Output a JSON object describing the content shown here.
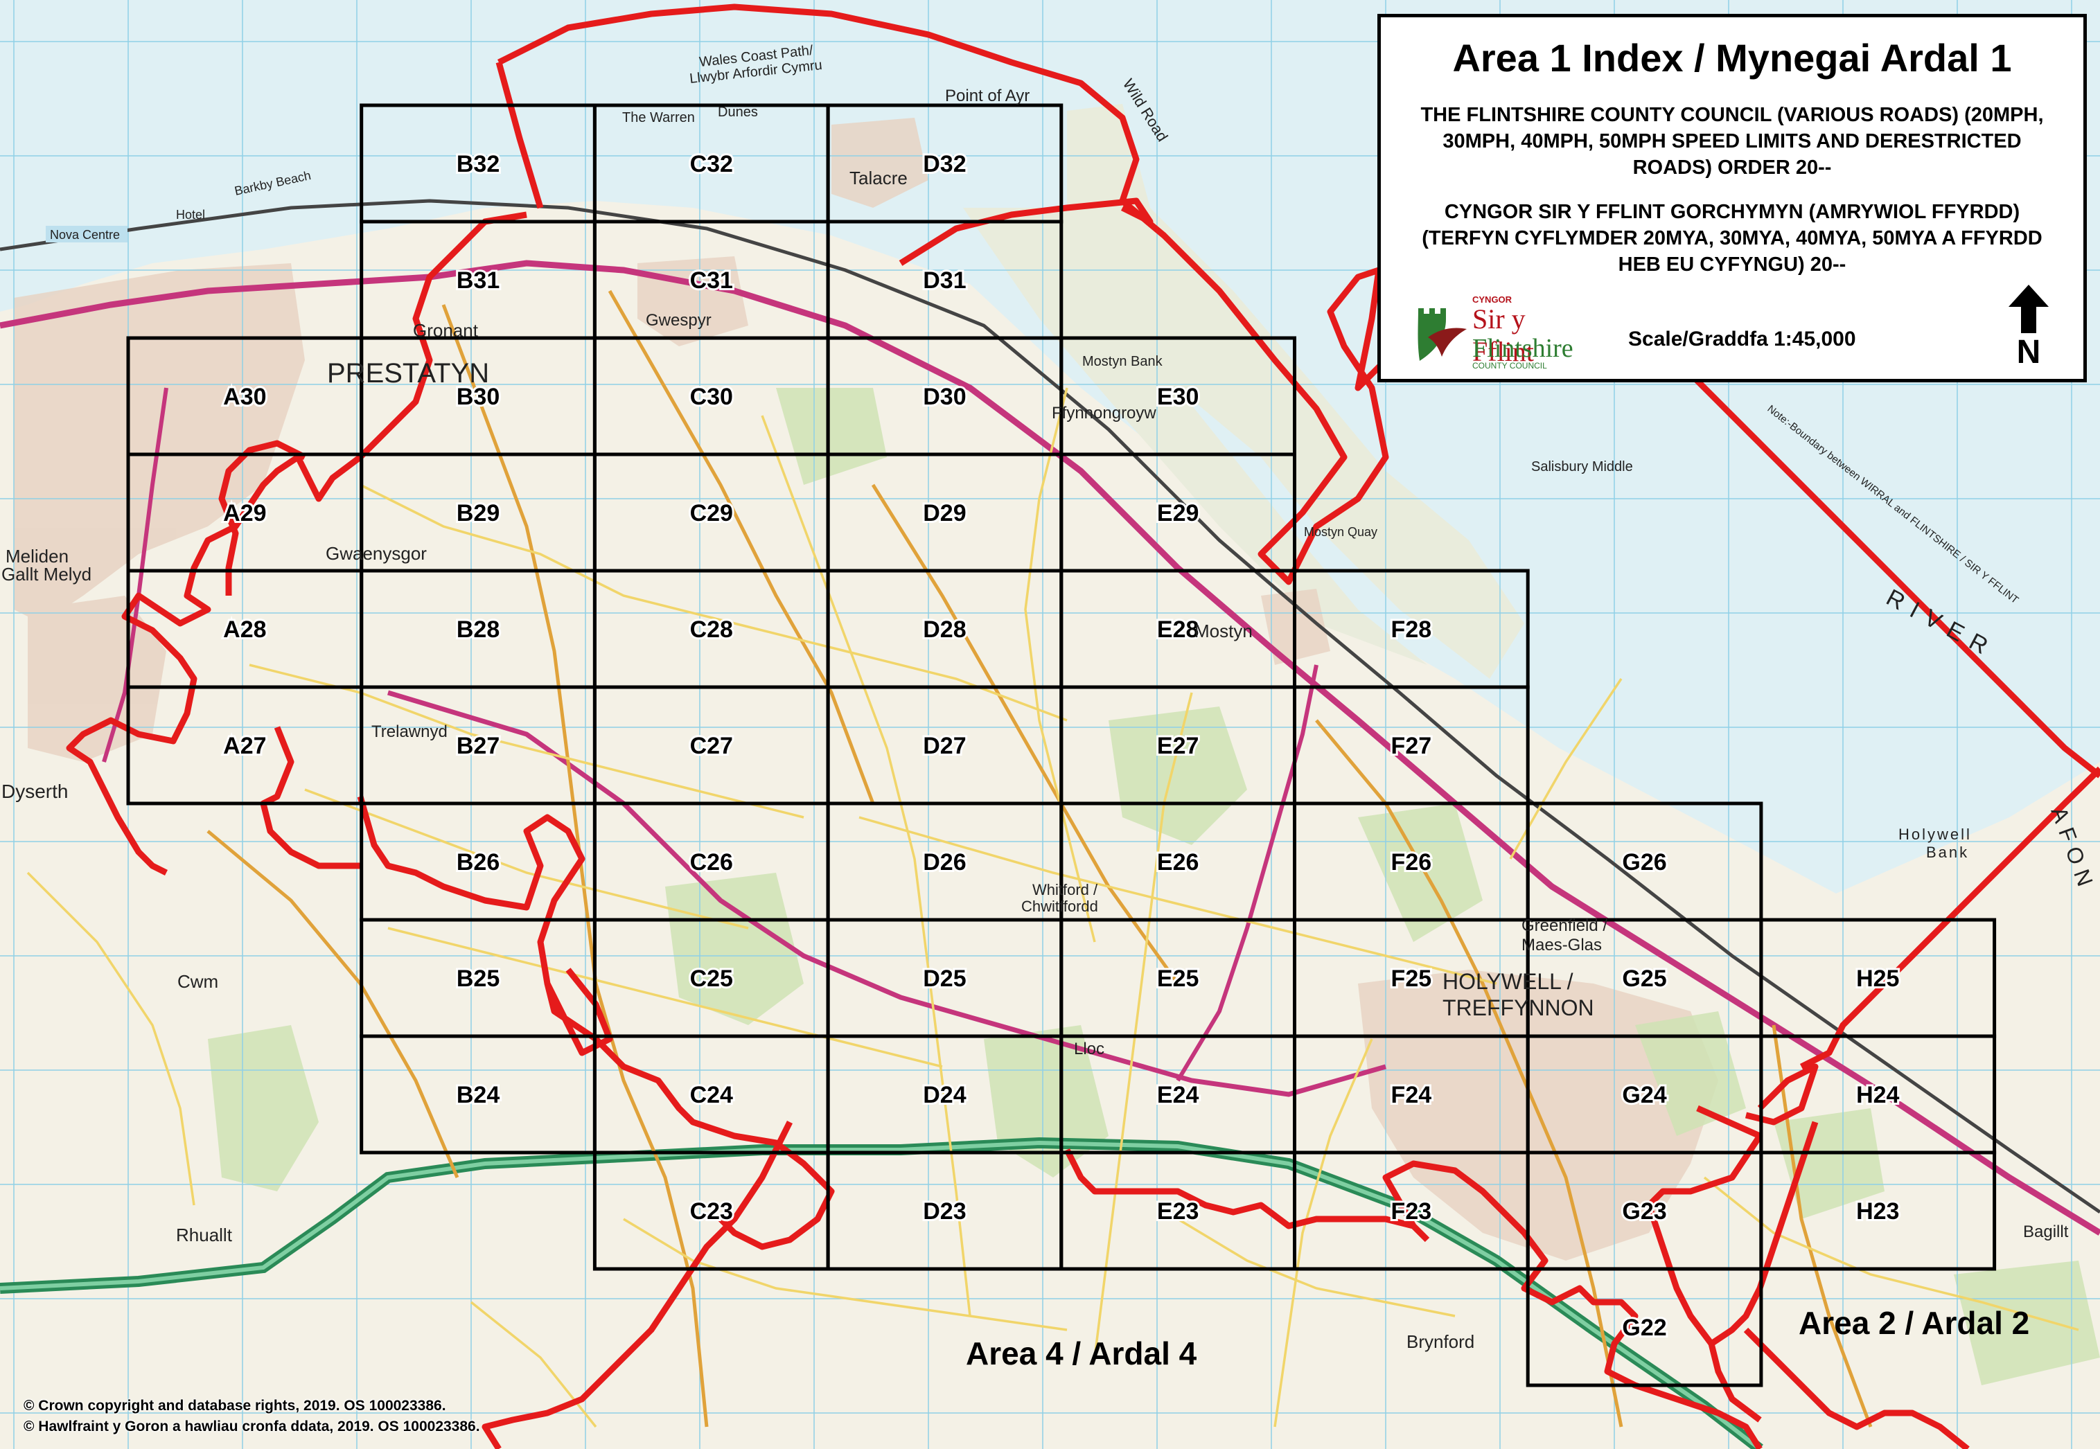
{
  "legend": {
    "title": "Area 1 Index / Mynegai Ardal 1",
    "order_en": "THE FLINTSHIRE COUNTY COUNCIL (VARIOUS ROADS) (20MPH, 30MPH, 40MPH, 50MPH SPEED LIMITS AND DERESTRICTED ROADS) ORDER 20--",
    "order_cy": "CYNGOR SIR Y FFLINT GORCHYMYN (AMRYWIOL FFYRDD) (TERFYN CYFLYMDER 20MYA, 30MYA, 40MYA, 50MYA A FFYRDD HEB EU CYFYNGU) 20--",
    "scale": "Scale/Graddfa 1:45,000",
    "north": "N",
    "logo": {
      "cy_small": "CYNGOR",
      "cy": "Sir y Fflint",
      "en": "Flintshire",
      "cc": "COUNTY COUNCIL"
    }
  },
  "grid_cells": [
    {
      "id": "B32",
      "col": 1,
      "row": 0
    },
    {
      "id": "C32",
      "col": 2,
      "row": 0
    },
    {
      "id": "D32",
      "col": 3,
      "row": 0
    },
    {
      "id": "B31",
      "col": 1,
      "row": 1
    },
    {
      "id": "C31",
      "col": 2,
      "row": 1
    },
    {
      "id": "D31",
      "col": 3,
      "row": 1
    },
    {
      "id": "A30",
      "col": 0,
      "row": 2
    },
    {
      "id": "B30",
      "col": 1,
      "row": 2
    },
    {
      "id": "C30",
      "col": 2,
      "row": 2
    },
    {
      "id": "D30",
      "col": 3,
      "row": 2
    },
    {
      "id": "E30",
      "col": 4,
      "row": 2
    },
    {
      "id": "A29",
      "col": 0,
      "row": 3
    },
    {
      "id": "B29",
      "col": 1,
      "row": 3
    },
    {
      "id": "C29",
      "col": 2,
      "row": 3
    },
    {
      "id": "D29",
      "col": 3,
      "row": 3
    },
    {
      "id": "E29",
      "col": 4,
      "row": 3
    },
    {
      "id": "A28",
      "col": 0,
      "row": 4
    },
    {
      "id": "B28",
      "col": 1,
      "row": 4
    },
    {
      "id": "C28",
      "col": 2,
      "row": 4
    },
    {
      "id": "D28",
      "col": 3,
      "row": 4
    },
    {
      "id": "E28",
      "col": 4,
      "row": 4
    },
    {
      "id": "F28",
      "col": 5,
      "row": 4
    },
    {
      "id": "A27",
      "col": 0,
      "row": 5
    },
    {
      "id": "B27",
      "col": 1,
      "row": 5
    },
    {
      "id": "C27",
      "col": 2,
      "row": 5
    },
    {
      "id": "D27",
      "col": 3,
      "row": 5
    },
    {
      "id": "E27",
      "col": 4,
      "row": 5
    },
    {
      "id": "F27",
      "col": 5,
      "row": 5
    },
    {
      "id": "B26",
      "col": 1,
      "row": 6
    },
    {
      "id": "C26",
      "col": 2,
      "row": 6
    },
    {
      "id": "D26",
      "col": 3,
      "row": 6
    },
    {
      "id": "E26",
      "col": 4,
      "row": 6
    },
    {
      "id": "F26",
      "col": 5,
      "row": 6
    },
    {
      "id": "G26",
      "col": 6,
      "row": 6
    },
    {
      "id": "B25",
      "col": 1,
      "row": 7
    },
    {
      "id": "C25",
      "col": 2,
      "row": 7
    },
    {
      "id": "D25",
      "col": 3,
      "row": 7
    },
    {
      "id": "E25",
      "col": 4,
      "row": 7
    },
    {
      "id": "F25",
      "col": 5,
      "row": 7
    },
    {
      "id": "G25",
      "col": 6,
      "row": 7
    },
    {
      "id": "H25",
      "col": 7,
      "row": 7
    },
    {
      "id": "B24",
      "col": 1,
      "row": 8
    },
    {
      "id": "C24",
      "col": 2,
      "row": 8
    },
    {
      "id": "D24",
      "col": 3,
      "row": 8
    },
    {
      "id": "E24",
      "col": 4,
      "row": 8
    },
    {
      "id": "F24",
      "col": 5,
      "row": 8
    },
    {
      "id": "G24",
      "col": 6,
      "row": 8
    },
    {
      "id": "H24",
      "col": 7,
      "row": 8
    },
    {
      "id": "C23",
      "col": 2,
      "row": 9
    },
    {
      "id": "D23",
      "col": 3,
      "row": 9
    },
    {
      "id": "E23",
      "col": 4,
      "row": 9
    },
    {
      "id": "F23",
      "col": 5,
      "row": 9
    },
    {
      "id": "G23",
      "col": 6,
      "row": 9
    },
    {
      "id": "H23",
      "col": 7,
      "row": 9
    },
    {
      "id": "G22",
      "col": 6,
      "row": 10
    }
  ],
  "area_labels": {
    "area2": "Area 2 / Ardal 2",
    "area4": "Area 4 / Ardal 4"
  },
  "places": {
    "prestatyn": "PRESTATYN",
    "gronant": "Gronant",
    "gwaenysgor": "Gwaenysgor",
    "meliden": "Meliden",
    "allt_melyd": "Gallt Melyd",
    "talacre": "Talacre",
    "point_of_ayr": "Point of Ayr",
    "the_warren": "The Warren",
    "dunes": "Dunes",
    "barkby_beach": "Barkby Beach",
    "nova_centre": "Nova Centre",
    "hotel": "Hotel",
    "wales_coast_path": "Wales Coast Path/",
    "llwybr": "Llwybr Arfordir Cymru",
    "gwespyr": "Gwespyr",
    "mostyn_bank": "Mostyn Bank",
    "ffynnongroyw": "Ffynnongroyw",
    "mostyn": "Mostyn",
    "mostyn_quay": "Mostyn Quay",
    "salisbury_middle": "Salisbury Middle",
    "holywell": "HOLYWELL /",
    "treffynnon": "TREFFYNNON",
    "greenfield": "Greenfield /",
    "maes_glas": "Maes-Glas",
    "whitford": "Whitford /",
    "chwitffordd": "Chwitffordd",
    "trelawnyd": "Trelawnyd",
    "lloc": "Lloc",
    "brynford": "Brynford",
    "rhuallt": "Rhuallt",
    "cwm": "Cwm",
    "dyserth": "Dyserth",
    "bagillt": "Bagillt",
    "holywell_bank": "Holywell",
    "bank": "Bank",
    "river": "RIVER",
    "afon": "AFON",
    "wild_road": "Wild Road",
    "note_boundary": "Note:-Boundary between WIRRAL and FLINTSHIRE / SIR Y FFLINT"
  },
  "copyright": {
    "line1": "© Crown copyright and database rights, 2019. OS 100023386.",
    "line2": "© Hawlfraint y Goron a hawliau cronfa ddata, 2019. OS 100023386."
  },
  "colors": {
    "boundary": "#e51b1b",
    "grid": "#000000",
    "land": "#f4f1e6",
    "sea": "#dff0f4",
    "road_a": "#c5357c",
    "road_b": "#e0a23a",
    "road_minor": "#f1d56a",
    "railway": "#444444",
    "a55": "#2a8a57"
  }
}
